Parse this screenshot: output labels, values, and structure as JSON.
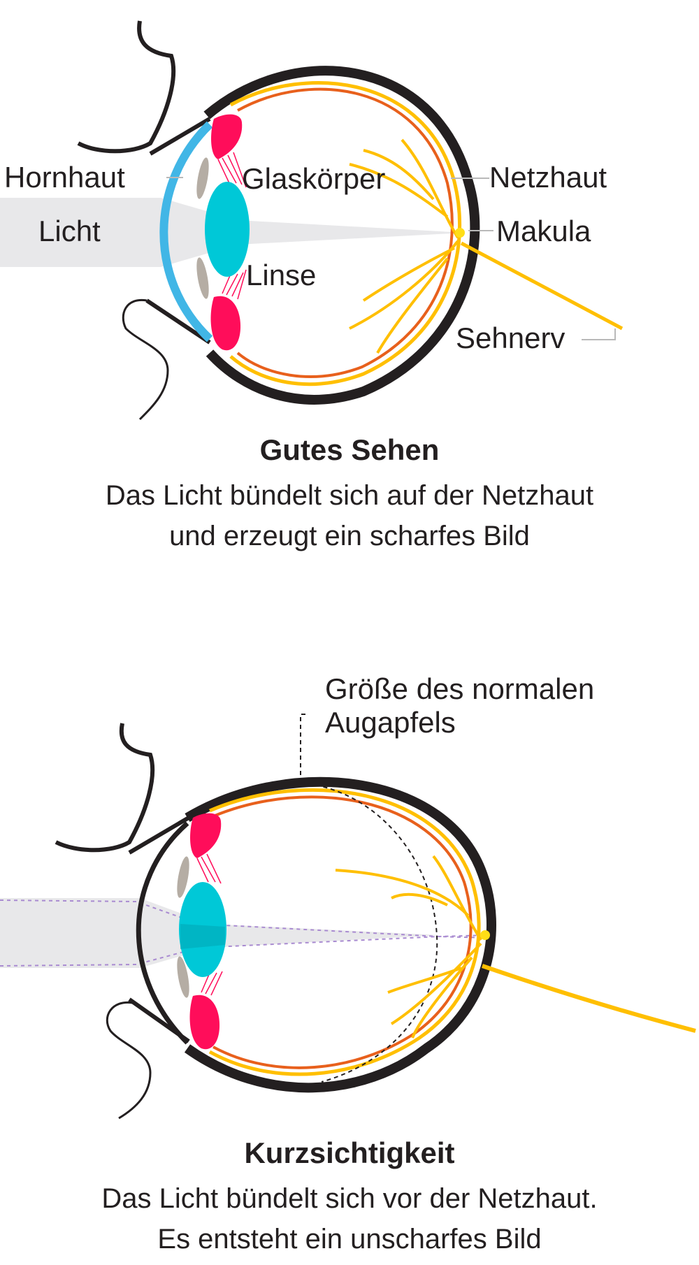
{
  "colors": {
    "outline": "#231f20",
    "cornea": "#41b6e6",
    "lens": "#00c8d7",
    "iris": "#ff0d5a",
    "retina": "#ffbf00",
    "choroid": "#e8601c",
    "light": "#e8e8ea",
    "dashed_ray": "#a98bd1",
    "ciliary": "#b5ada4"
  },
  "top_eye": {
    "labels": {
      "cornea": "Hornhaut",
      "light": "Licht",
      "vitreous": "Glaskörper",
      "lens": "Linse",
      "retina": "Netzhaut",
      "macula": "Makula",
      "optic_nerve": "Sehnerv"
    },
    "caption_title": "Gutes Sehen",
    "caption_line1": "Das Licht bündelt sich auf der Netzhaut",
    "caption_line2": "und erzeugt ein scharfes Bild"
  },
  "bottom_eye": {
    "labels": {
      "normal_size_line1": "Größe des normalen",
      "normal_size_line2": "Augapfels"
    },
    "caption_title": "Kurzsichtigkeit",
    "caption_line1": "Das Licht bündelt sich vor der Netzhaut.",
    "caption_line2": "Es entsteht ein unscharfes Bild"
  }
}
